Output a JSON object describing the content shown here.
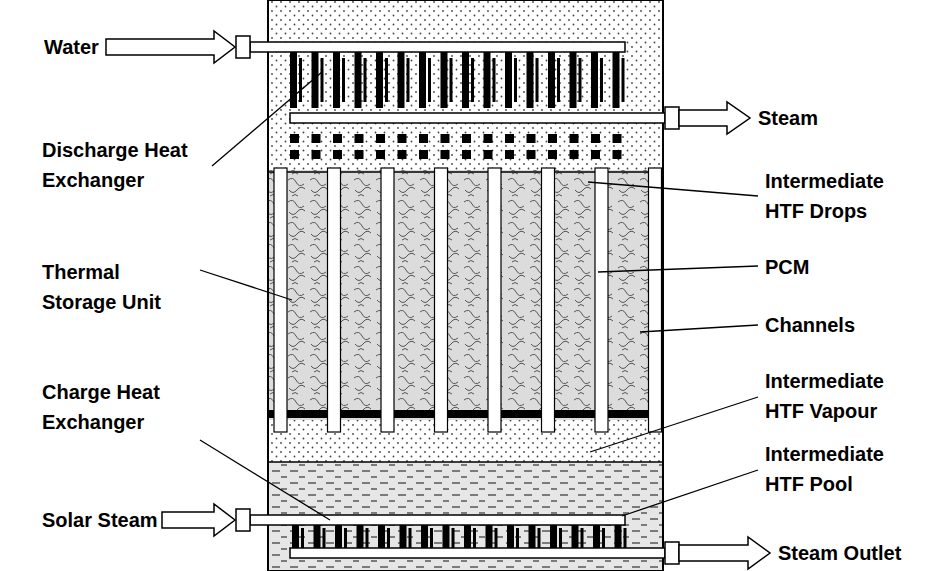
{
  "diagram": {
    "labels": [
      "Water",
      "Steam",
      "Discharge Heat Exchanger",
      "Intermediate HTF Drops",
      "PCM",
      "Thermal Storage Unit",
      "Channels",
      "Charge Heat Exchanger",
      "Intermediate HTF Vapour",
      "Intermediate HTF Pool",
      "Solar Steam",
      "Steam Outlet"
    ]
  }
}
